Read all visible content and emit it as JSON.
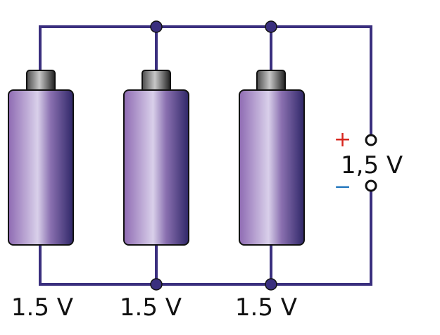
{
  "batteries": [
    {
      "label": "1.5 V"
    },
    {
      "label": "1.5 V"
    },
    {
      "label": "1.5 V"
    }
  ],
  "terminals": {
    "plus_sign": "+",
    "minus_sign": "−",
    "output_voltage": "1,5 V"
  },
  "colors": {
    "wire": "#3a2f7e",
    "plus": "#d7261e",
    "minus": "#2a7bbf",
    "battery_light": "#dcd3ea",
    "battery_mid": "#9b78bb",
    "battery_dark": "#3a2f72",
    "cap_light": "#bdbdbd",
    "cap_dark": "#2f2f2f"
  }
}
